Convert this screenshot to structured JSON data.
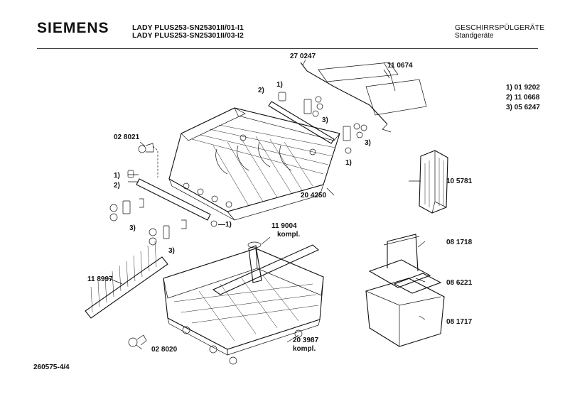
{
  "header": {
    "brand": "SIEMENS",
    "model_line_1": "LADY PLUS253-SN25301II/01-I1",
    "model_line_2": "LADY PLUS253-SN25301II/03-I2",
    "category_line_1": "GESCHIRRSPÜLGERÄTE",
    "category_line_2": "Standgeräte"
  },
  "legend": [
    {
      "label": "1) 01 9202"
    },
    {
      "label": "2) 11 0668"
    },
    {
      "label": "3) 05 6247"
    }
  ],
  "parts": {
    "p270247": "27 0247",
    "p110674": "11 0674",
    "p028021": "02 8021",
    "p204250": "20 4250",
    "p105781": "10 5781",
    "p119004": "11 9004",
    "p119004_sub": "kompl.",
    "p081718": "08 1718",
    "p118997": "11 8997",
    "p086221": "08 6221",
    "p081717": "08 1717",
    "p203987": "20 3987",
    "p203987_sub": "kompl.",
    "p028020": "02 8020"
  },
  "callouts": {
    "c1_top": "1)",
    "c2_top": "2)",
    "c3_a": "3)",
    "c3_b": "3)",
    "c1_right": "1)",
    "c1_left": "1)",
    "c2_left": "2)",
    "c3_c": "3)",
    "c1_mid": "—1)",
    "c3_d": "3)"
  },
  "footer": {
    "document_number": "260575-4/4"
  }
}
